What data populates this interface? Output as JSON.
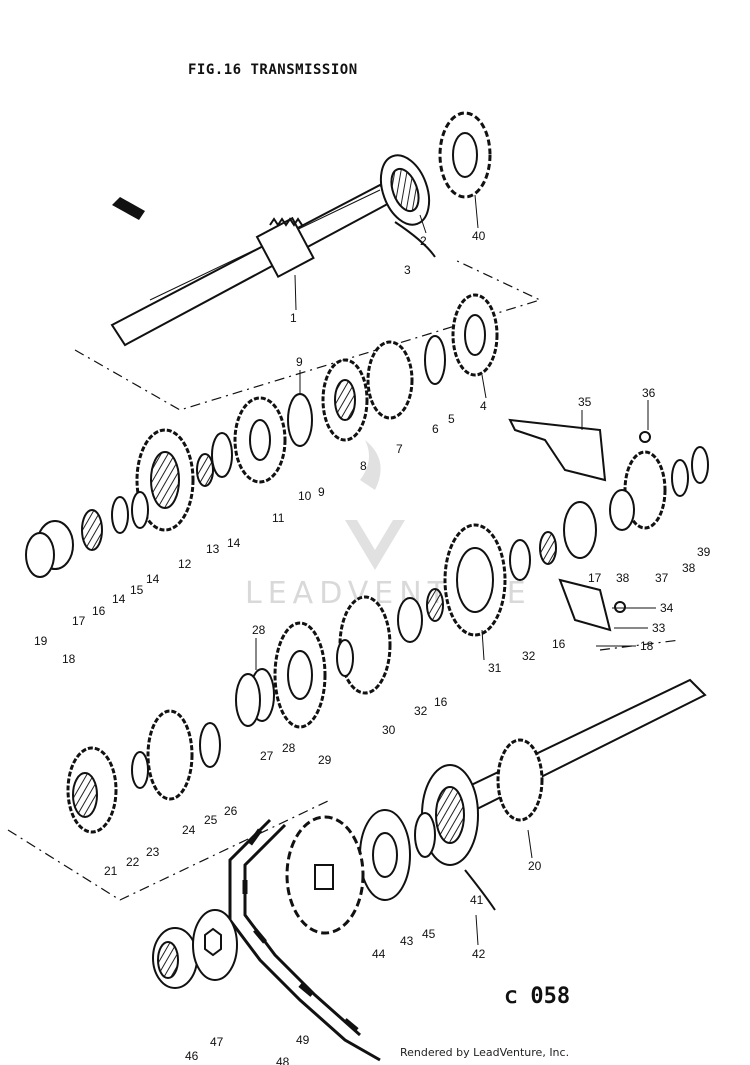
{
  "title": "FIG.16  TRANSMISSION",
  "code": "ⅽ 058",
  "footer": "Rendered by LeadVenture, Inc.",
  "watermark": "LEADVENTURE",
  "colors": {
    "ink": "#111111",
    "watermark": "#d9d9d9"
  },
  "callouts": [
    "40",
    "2",
    "3",
    "1",
    "4",
    "5",
    "6",
    "7",
    "8",
    "9",
    "9",
    "10",
    "11",
    "12",
    "13",
    "14",
    "14",
    "15",
    "14",
    "16",
    "17",
    "19",
    "18",
    "35",
    "36",
    "39",
    "38",
    "37",
    "38",
    "17",
    "32",
    "16",
    "31",
    "34",
    "33",
    "18",
    "28",
    "27",
    "28",
    "29",
    "30",
    "32",
    "16",
    "21",
    "22",
    "23",
    "24",
    "25",
    "26",
    "20",
    "41",
    "42",
    "45",
    "43",
    "44",
    "46",
    "47",
    "48",
    "49"
  ]
}
